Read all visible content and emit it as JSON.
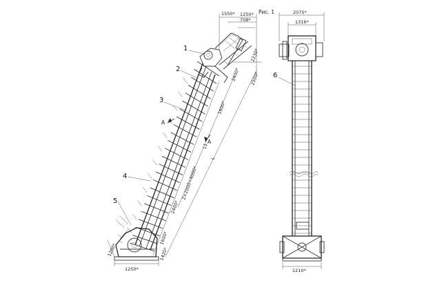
{
  "figure": {
    "caption": "Рис. 1"
  },
  "callouts": [
    "1",
    "2",
    "3",
    "4",
    "5",
    "6"
  ],
  "section_mark": "A",
  "side_dimensions": {
    "d1550": "1550*",
    "d1250_top": "1250*",
    "d708": "708*",
    "d2230": "2230*",
    "d2400_upper": "2400*",
    "d2500": "2500*",
    "d1600_mid": "1600*",
    "l1": "L1",
    "l": "L",
    "d2000x4000": "2×2000÷4000*",
    "d2400_lower": "2400*",
    "d1600_low": "1600*",
    "d1420": "1420*",
    "d1200": "1200*",
    "d1250_base": "1250*"
  },
  "front_dimensions": {
    "d2075": "2075*",
    "d1316": "1316*",
    "d1210": "1210*"
  }
}
